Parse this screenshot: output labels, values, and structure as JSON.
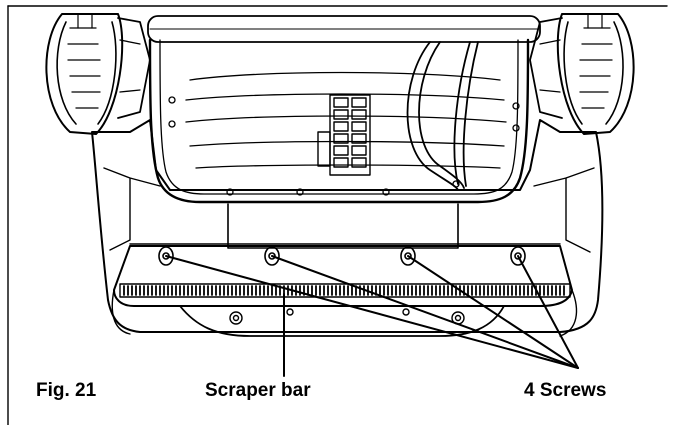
{
  "figure": {
    "number": "Fig. 21",
    "callouts": {
      "scraper_bar": "Scraper bar",
      "screws": "4 Screws"
    }
  },
  "colors": {
    "line": "#000000",
    "background": "#ffffff"
  }
}
